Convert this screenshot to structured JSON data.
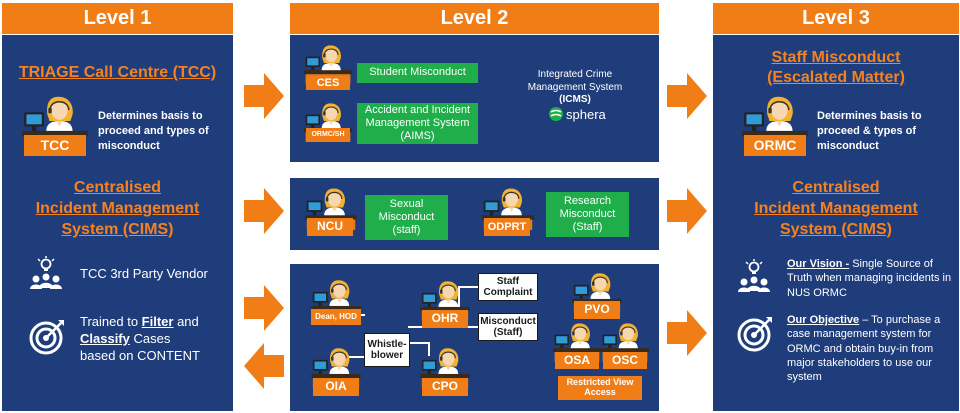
{
  "headers": {
    "level1": "Level 1",
    "level2": "Level 2",
    "level3": "Level 3"
  },
  "colors": {
    "orange": "#f07d16",
    "navy": "#1f3d7a",
    "green": "#1fae4a"
  },
  "level1": {
    "tcc_title": "TRIAGE Call Centre (TCC)",
    "tcc_desc": "Determines basis to proceed and types of misconduct",
    "tcc_label": "TCC",
    "cims_title_1": "Centralised",
    "cims_title_2": "Incident Management",
    "cims_title_3": "System (CIMS)",
    "vendor": "TCC 3rd Party Vendor",
    "trained_1": "Trained to ",
    "trained_filter": "Filter",
    "trained_and": " and",
    "trained_classify": "Classify",
    "trained_2": " Cases",
    "trained_3": "based on CONTENT"
  },
  "level2_top": {
    "ces_label": "CES",
    "ormc_sh_label": "ORMC/SH",
    "student_misconduct": "Student Misconduct",
    "aims": "Accident and Incident Management System (AIMS)",
    "icms_1": "Integrated Crime",
    "icms_2": "Management System",
    "icms_3": "(ICMS)",
    "sphera": "sphera"
  },
  "level2_mid": {
    "ncu_label": "NCU",
    "sexual": "Sexual Misconduct (staff)",
    "odprt_label": "ODPRT",
    "research": "Research Misconduct (Staff)"
  },
  "level2_bot": {
    "dean_label": "Dean, HOD",
    "oia_label": "OIA",
    "whistle": "Whistle-blower",
    "ohr_label": "OHR",
    "cpo_label": "CPO",
    "staff_complaint": "Staff Complaint",
    "misconduct_staff": "Misconduct (Staff)",
    "pvo_label": "PVO",
    "osa_label": "OSA",
    "osc_label": "OSC",
    "restricted": "Restricted View Access"
  },
  "level3": {
    "staff_title_1": "Staff Misconduct",
    "staff_title_2": "(Escalated Matter)",
    "ormc_desc": "Determines basis to proceed & types of misconduct",
    "ormc_label": "ORMC",
    "cims_title_1": "Centralised",
    "cims_title_2": "Incident Management",
    "cims_title_3": "System (CIMS)",
    "vision_label": "Our Vision -",
    "vision_text": " Single Source of Truth when managing incidents in NUS ORMC",
    "objective_label": "Our Objective",
    "objective_text": " – To purchase a case management system for ORMC and obtain buy-in from major stakeholders to use our system"
  }
}
